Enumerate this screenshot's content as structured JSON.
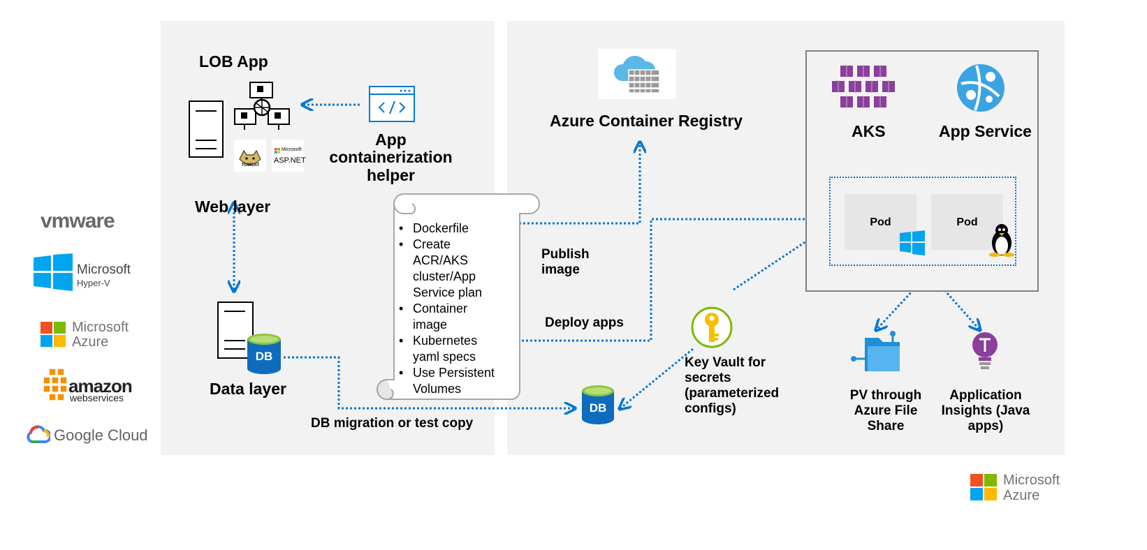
{
  "colors": {
    "panel": "#f2f2f2",
    "arrow": "#0078d4",
    "ms_red": "#f25022",
    "ms_green": "#7fba00",
    "ms_blue": "#00a4ef",
    "ms_yellow": "#ffb900",
    "aks_purple": "#8a3f9a"
  },
  "sources": {
    "vmware": "vmware",
    "hyperv_line1": "Microsoft",
    "hyperv_line2": "Hyper-V",
    "azure_line1": "Microsoft",
    "azure_line2": "Azure",
    "aws_line1": "amazon",
    "aws_line2": "webservices",
    "google": "Google Cloud"
  },
  "left_panel": {
    "lob_app": "LOB App",
    "tomcat": "TOMCAT",
    "aspnet_brand": "Microsoft",
    "aspnet": "ASP.NET",
    "helper_line1": "App",
    "helper_line2": "containerization",
    "helper_line3": "helper",
    "web_layer": "Web layer",
    "db_badge": "DB",
    "data_layer": "Data layer"
  },
  "scroll": {
    "items": [
      "Dockerfile",
      "Create ACR/AKS cluster/App Service plan",
      "Container image",
      "Kubernetes yaml specs",
      "Use Persistent Volumes"
    ]
  },
  "flows": {
    "db_migration": "DB migration or test copy",
    "publish_image_line1": "Publish",
    "publish_image_line2": "image",
    "deploy_apps": "Deploy apps"
  },
  "right_panel": {
    "acr": "Azure Container Registry",
    "aks": "AKS",
    "app_service": "App Service",
    "pod_1": "Pod",
    "pod_2": "Pod",
    "db_badge": "DB",
    "keyvault_line1": "Key Vault for",
    "keyvault_line2": "secrets",
    "keyvault_line3": "(parameterized",
    "keyvault_line4": "configs)",
    "pv_line1": "PV through",
    "pv_line2": "Azure File",
    "pv_line3": "Share",
    "ai_line1": "Application",
    "ai_line2": "Insights (Java",
    "ai_line3": "apps)"
  },
  "footer": {
    "brand_line1": "Microsoft",
    "brand_line2": "Azure"
  }
}
